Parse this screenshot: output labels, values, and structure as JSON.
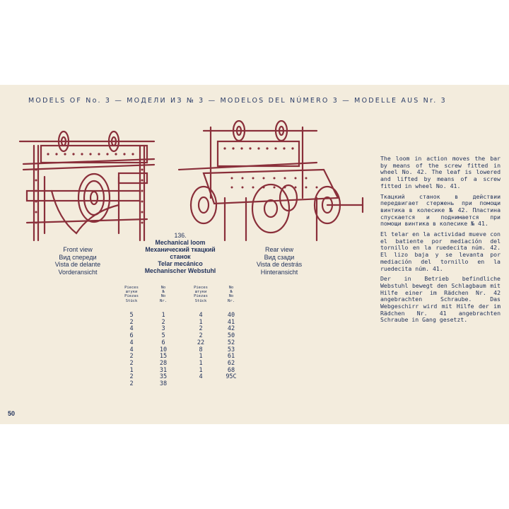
{
  "header": "MODELS OF No. 3 — МОДЕЛИ ИЗ № 3 — MODELOS DEL NÚMERO 3 — MODELLE AUS Nr. 3",
  "front_caption": [
    "Front view",
    "Вид спереди",
    "Vista de delante",
    "Vorderansicht"
  ],
  "rear_caption": [
    "Rear view",
    "Вид сзади",
    "Vista de destrás",
    "Hinteransicht"
  ],
  "model": {
    "number": "136.",
    "titles": [
      "Mechanical loom",
      "Механический ткацкий",
      "станок",
      "Telar mecánico",
      "Mechanischer Webstuhl"
    ]
  },
  "parts": {
    "headers": [
      [
        "Pieces",
        "штуки",
        "Piezas",
        "Stück"
      ],
      [
        "No",
        "№",
        "No",
        "Nr."
      ],
      [
        "Pieces",
        "штуки",
        "Piezas",
        "Stück"
      ],
      [
        "No",
        "№",
        "No",
        "Nr."
      ]
    ],
    "columns": [
      [
        "5",
        "2",
        "4",
        "6",
        "4",
        "4",
        "2",
        "2",
        "1",
        "2",
        "2"
      ],
      [
        "1",
        "2",
        "3",
        "5",
        "6",
        "10",
        "15",
        "28",
        "31",
        "35",
        "38"
      ],
      [
        "4",
        "1",
        "2",
        "2",
        "22",
        "8",
        "1",
        "1",
        "1",
        "4"
      ],
      [
        "40",
        "41",
        "42",
        "50",
        "52",
        "53",
        "61",
        "62",
        "68",
        "95C"
      ]
    ]
  },
  "description": [
    "The loom in action moves the bar by means of the screw fitted in wheel No. 42. The leaf is lowered and lifted by means of a screw fitted in wheel No. 41.",
    "Ткацкий станок в действии передвигает стержень при помощи винтика в колесике № 42. Пластина спускается и поднимается при помощи винтика в колесике № 41.",
    "El telar en la actividad mueve con el batiente por mediación del tornillo en la ruedecita núm. 42. El lizo baja y se levanta por mediación del tornillo en la ruedecita núm. 41.",
    "Der in Betrieb befindliche Webstuhl bewegt den Schlagbaum mit Hilfe einer im Rädchen Nr. 42 angebrachten Schraube. Das Webgeschirr wird mit Hilfe der im Rädchen Nr. 41 angebrachten Schraube in Gang gesetzt."
  ],
  "page_number": "50",
  "colors": {
    "paper": "#f3ecdd",
    "ink": "#22335c",
    "illustration": "#8a2f3a"
  }
}
